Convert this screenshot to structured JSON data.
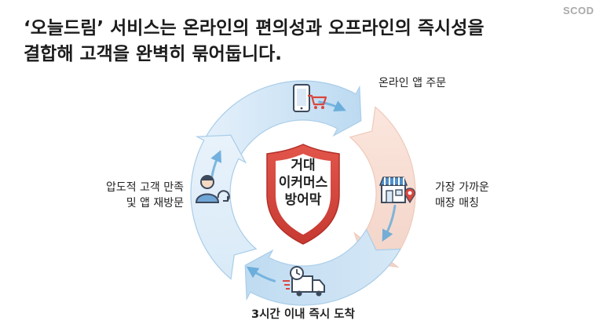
{
  "brand": {
    "logo_text": "SCOD"
  },
  "headline": {
    "line1": "‘오늘드림’ 서비스는 온라인의 편의성과 오프라인의 즉시성을",
    "line2": "결합해 고객을 완벽히 묶어둡니다."
  },
  "cycle": {
    "center_label": [
      "거대",
      "이커머스",
      "방어막"
    ],
    "steps": [
      {
        "label": [
          "온라인 앱 주문"
        ],
        "icon": "phone-cart-icon"
      },
      {
        "label": [
          "가장 가까운",
          "매장 매칭"
        ],
        "icon": "store-location-icon"
      },
      {
        "label": [
          "3시간 이내 즉시 도착"
        ],
        "icon": "delivery-truck-icon"
      },
      {
        "label": [
          "압도적 고객 만족",
          "및 앱 재방문"
        ],
        "icon": "customer-revisit-icon"
      }
    ]
  },
  "colors": {
    "ring_blue": "#cfe4f5",
    "ring_blue_stroke": "#aacde9",
    "ring_peach": "#f7ddd2",
    "arrow_blue": "#6aaedb",
    "shield_red": "#d9473e"
  }
}
